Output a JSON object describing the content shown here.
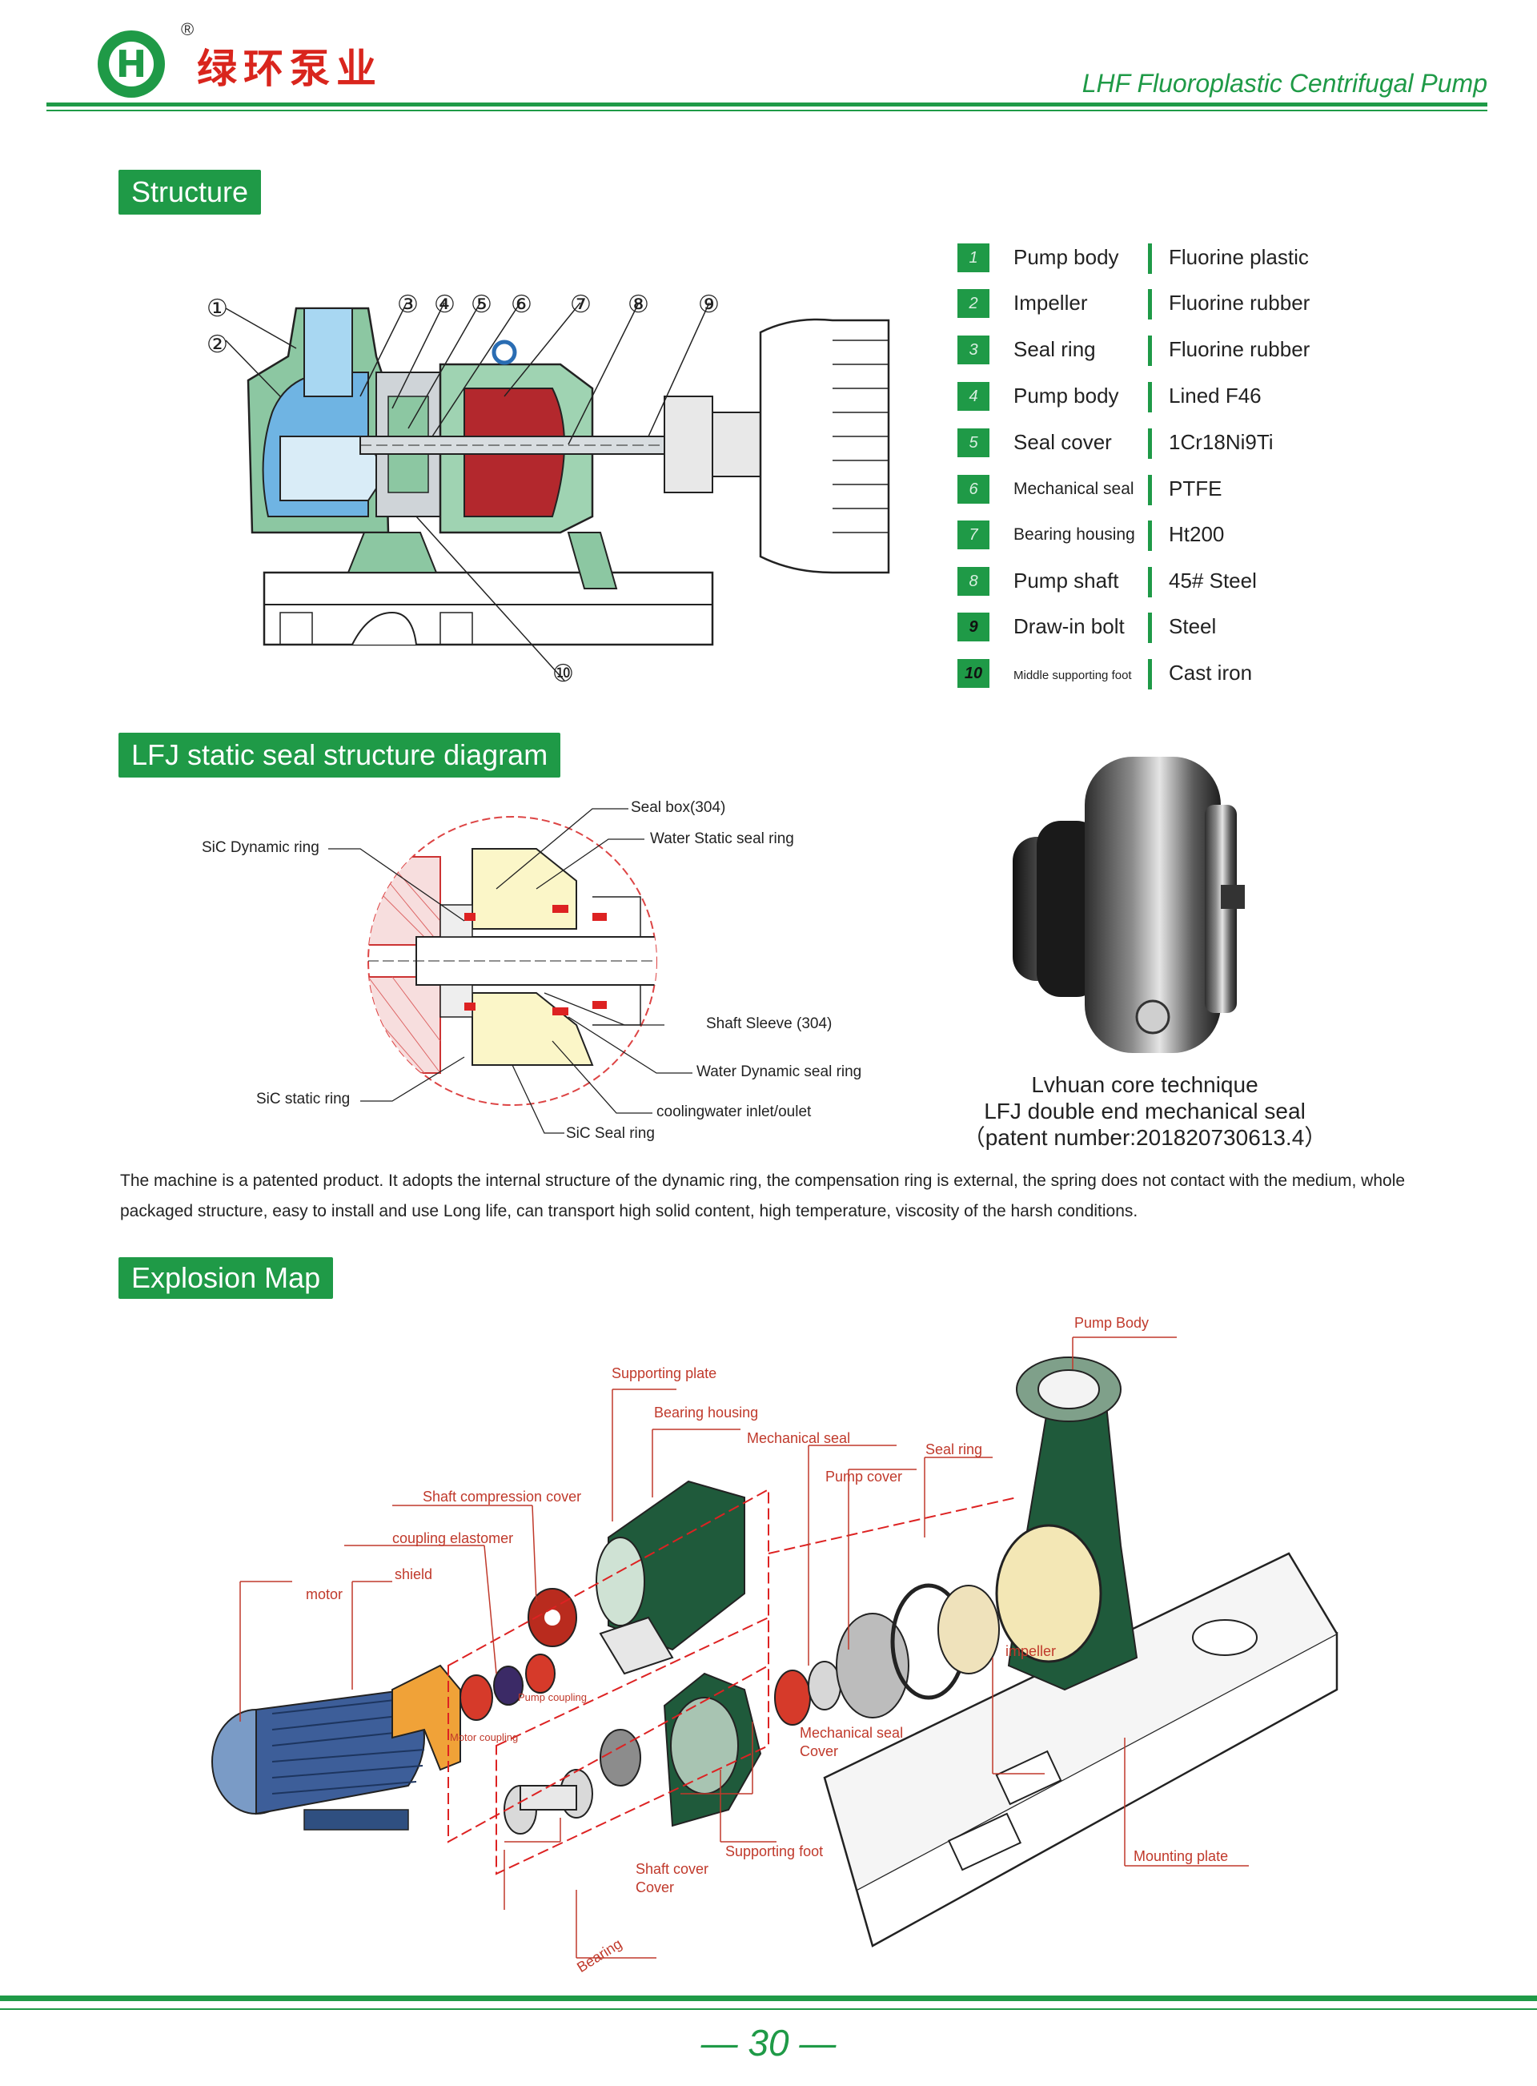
{
  "header": {
    "registered_mark": "®",
    "logo_letter": "H",
    "brand_name": "绿环泵业",
    "document_title": "LHF Fluoroplastic Centrifugal Pump"
  },
  "sections": {
    "structure": "Structure",
    "static_seal": "LFJ static seal structure diagram",
    "explosion": "Explosion Map"
  },
  "structure_callouts": [
    "①",
    "②",
    "③",
    "④",
    "⑤",
    "⑥",
    "⑦",
    "⑧",
    "⑨",
    "⑩"
  ],
  "parts": [
    {
      "num": "1",
      "name": "Pump body",
      "material": "Fluorine plastic"
    },
    {
      "num": "2",
      "name": "Impeller",
      "material": "Fluorine rubber"
    },
    {
      "num": "3",
      "name": "Seal ring",
      "material": "Fluorine rubber"
    },
    {
      "num": "4",
      "name": "Pump body",
      "material": "Lined F46"
    },
    {
      "num": "5",
      "name": "Seal cover",
      "material": "1Cr18Ni9Ti"
    },
    {
      "num": "6",
      "name": "Mechanical seal",
      "material": "PTFE"
    },
    {
      "num": "7",
      "name": "Bearing housing",
      "material": "Ht200"
    },
    {
      "num": "8",
      "name": "Pump shaft",
      "material": "45# Steel"
    },
    {
      "num": "9",
      "name": "Draw-in bolt",
      "material": "Steel"
    },
    {
      "num": "10",
      "name": "Middle supporting foot",
      "material": "Cast iron"
    }
  ],
  "seal_labels": {
    "seal_box": "Seal box(304)",
    "water_static": "Water Static seal ring",
    "sic_dynamic": "SiC Dynamic ring",
    "shaft_sleeve": "Shaft Sleeve (304)",
    "water_dynamic": "Water Dynamic seal ring",
    "sic_static": "SiC static ring",
    "cooling": "coolingwater inlet/oulet",
    "sic_seal": "SiC Seal ring"
  },
  "seal_caption": {
    "line1": "Lvhuan core technique",
    "line2": "LFJ double end mechanical seal",
    "line3": "（patent number:201820730613.4）"
  },
  "description": "The machine is a patented product. It adopts the internal structure of the dynamic ring, the compensation ring is external, the spring does not contact with the medium, whole packaged structure, easy to install and use Long life, can transport high solid content, high temperature, viscosity of the harsh conditions.",
  "explosion_labels": {
    "pump_body": "Pump Body",
    "supporting_plate": "Supporting plate",
    "bearing_housing": "Bearing housing",
    "mechanical_seal": "Mechanical seal",
    "seal_ring": "Seal ring",
    "pump_cover": "Pump cover",
    "shaft_compression_cover": "Shaft compression cover",
    "coupling_elastomer": "coupling elastomer",
    "shield": "shield",
    "motor": "motor",
    "impeller": "impeller",
    "pump_coupling": "Pump coupling",
    "motor_coupling": "Motor coupling",
    "mech_seal_cover_1": "Mechanical seal",
    "mech_seal_cover_2": "Cover",
    "supporting_foot": "Supporting foot",
    "shaft_cover_1": "Shaft cover",
    "shaft_cover_2": "Cover",
    "mounting_plate": "Mounting plate",
    "bearing": "Bearing"
  },
  "page_number": "30"
}
